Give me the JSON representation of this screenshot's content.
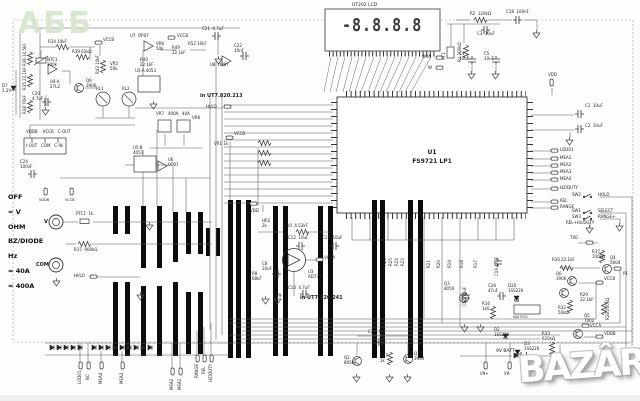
{
  "watermark": {
    "abb": "АББ",
    "bazar": "BAZÂR"
  },
  "lcd": {
    "title": "UT202 LCD",
    "digits": "-8.8.8.8"
  },
  "ic": {
    "label": "U1\nFS9721 LP1"
  },
  "selector": {
    "off": "OFF",
    "v": "≂ V",
    "ohm": "OHM",
    "bz": "BZ/DIODE",
    "hz": "Hz",
    "a40": "≂ 40A",
    "a400": "≂ 400A",
    "jack_v": "V",
    "jack_com": "COM"
  },
  "notes": {
    "ut213": "in UT7.820.213",
    "ut241": "in UT7.820.241",
    "hilo_left": "HI/LO",
    "hilo_mid": "HI/LO",
    "win": "W-IN",
    "w": "W",
    "tx0": "TX0",
    "p1": "P1",
    "batt": "9V BATT",
    "v9p": "V9+",
    "v9n": "V9-",
    "v9n_mid": "V9-",
    "vdd": "VDD",
    "vdd_mid": "VDD",
    "vcca_mid": "VCCA",
    "vcca_br": "VCCA",
    "vccb_tl": "VCCB",
    "vccb_um": "VCCB",
    "vccb_m2": "VCCB",
    "vccb_br": "VCCB",
    "vddb_br": "VDDB",
    "vddb_s": "VDDB",
    "vccb_s": "VCCB",
    "conn_top": "VDDB    VCCB   C-OUT",
    "conn_bot": "I-OUT   COM   C-IN"
  },
  "parts": {
    "d7": "D7\n1.2V",
    "r34": "R34 10kF",
    "ntc1": "NTC1\n100k",
    "r36": "R36 10.5kF",
    "r35": "R35 22.1kF",
    "r38": "R38 70kF",
    "u4a": "U4-A\n27L2",
    "r39": "R39 62kΩ",
    "q9": "Q9\n3906",
    "c20": "C20\n4.7uF",
    "rl1": "RL1",
    "rl2": "RL2",
    "r43": "R43 10kF",
    "vr5": "VR5\n50k",
    "c24": "C24\n100nF",
    "u7": "U7  OP07",
    "u8": "U8  OP07",
    "u6": "U6\nOP07",
    "u5a": "U5-A 4053",
    "u5b": "U5-B\n4053",
    "vr6": "VR6\n50k",
    "r49": "R49\n22.1kF",
    "r52": "R52 10kF",
    "c21": "C21  4.7uF",
    "c22": "C22\n10nF",
    "r40": "R40\n22.1kF",
    "vr7": "VR7",
    "m400a": "400A",
    "m40a": "40A",
    "vr8": "VR8",
    "vr1": "VR1 1k",
    "ptc1": "PTC1  1k",
    "r15": "R15  900kΩ",
    "xt1": "XT1",
    "r1": "R1 200kΩ",
    "r2": "R2  120kΩ",
    "c18": "C18  100nF",
    "c3": "C3  10uF",
    "c4": "C4\n10uF",
    "c5": "C5\n10uF",
    "c1": "C1  10uF",
    "c2": "C2  10uF",
    "hr2": "HR2\n2k",
    "r10": "R10  4.53kF",
    "c12": "C12  10uF",
    "c11": "C11  10uF",
    "u3": "U3\nAD737",
    "c8": "C8\n10uF",
    "r9": "R9\n68kF",
    "c10": "C10  4.7uF",
    "r23": "R23",
    "r24": "R24",
    "r25": "R25",
    "r26": "R26",
    "r17": "R17",
    "r18": "R18",
    "r19": "R19",
    "r20": "R20",
    "r21": "R21",
    "c19": "C19 47uF",
    "q3": "Q3\n8050",
    "c9": "C9 470uF",
    "c28": "C28\n47uF",
    "d20": "D20\n1SS226",
    "r16": "R16\n1k0",
    "u2": "U2",
    "u2p": "NJU7931",
    "d2": "D2\n1SS226",
    "d3": "D3\n1SS226",
    "c23": "C23  1uF",
    "q2": "Q2\n8050",
    "r27": "R27\n1k",
    "q10": "Q10\n3904",
    "r37": "R37\n100kΩ",
    "q4": "Q4\n5604",
    "r30": "R30 22.1kF",
    "q6": "Q6\n3906",
    "r29": "R29\n22.1kF",
    "r28": "R28 200kΩ",
    "r32": "R32\n50kΩ",
    "q5": "Q5\n7002",
    "r33": "R33\n620kΩ"
  },
  "signals": {
    "lod01": "LOD01",
    "mea1": "MEA1",
    "mea2": "MEA2",
    "mea3": "MEA3",
    "mea4": "MEA4",
    "hzduty": "HZ/DUTY",
    "rel": "REL",
    "range": "RANGE",
    "sw1": "SW1",
    "sw2": "SW2",
    "sw3": "SW3",
    "hold": "HOLD",
    "select": "SELECT",
    "rangep": "RANGE+",
    "relhz": "REL+Hz/DUTY",
    "b_lod01": "LOD01",
    "b_nc": "NC",
    "b_mea4": "MEA4",
    "b_mea3": "MEA3",
    "b_mea2": "MEA2",
    "b_mea1": "MEA1",
    "b_range": "RANGE",
    "b_rel": "REL",
    "b_hz": "HZ/DUTY"
  },
  "colors": {
    "wire": "#555555",
    "component": "#333333",
    "watermark_green": "#d9e7d2"
  }
}
